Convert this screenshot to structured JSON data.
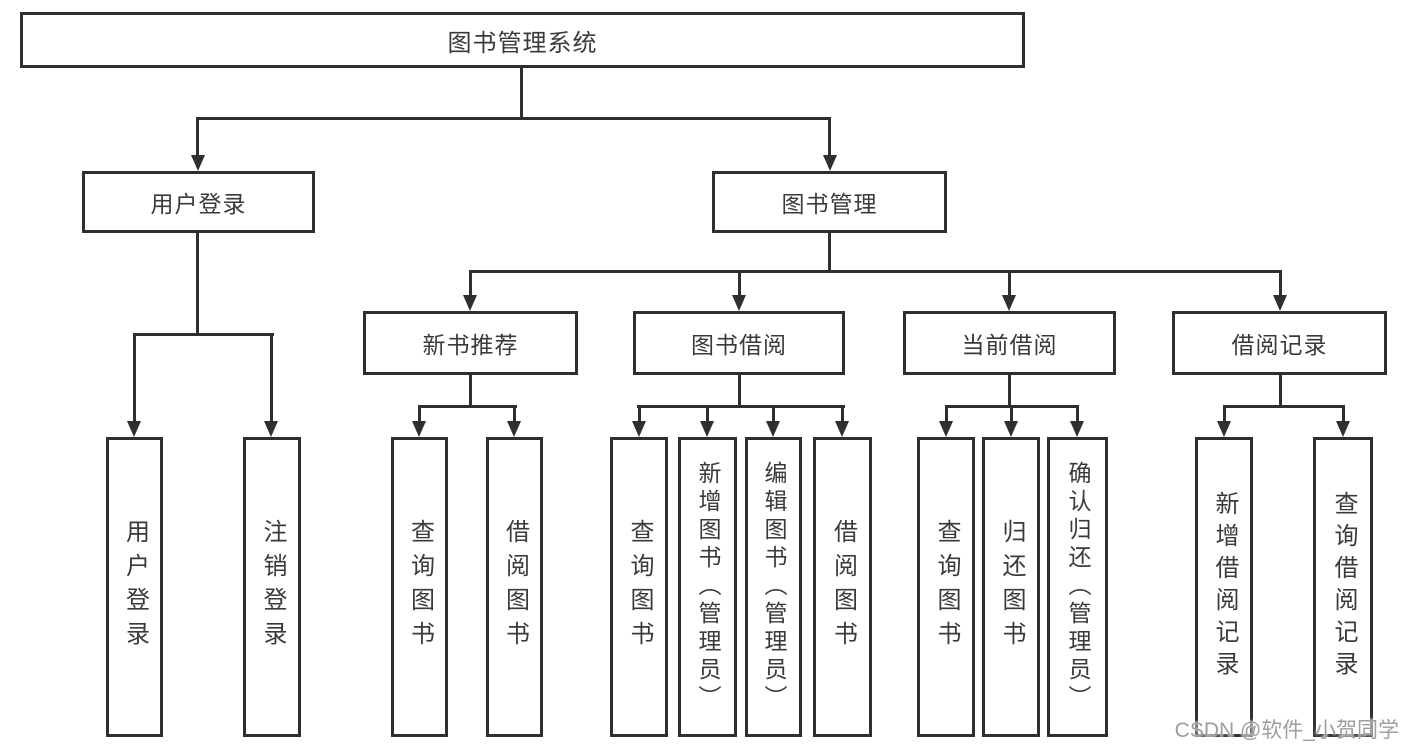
{
  "diagram": {
    "root": {
      "label": "图书管理系统"
    },
    "branches": [
      {
        "label": "用户登录",
        "children": [
          {
            "label": "用户登录"
          },
          {
            "label": "注销登录"
          }
        ]
      },
      {
        "label": "图书管理",
        "children": [
          {
            "label": "新书推荐",
            "children": [
              {
                "label": "查询图书"
              },
              {
                "label": "借阅图书"
              }
            ]
          },
          {
            "label": "图书借阅",
            "children": [
              {
                "label": "查询图书"
              },
              {
                "label": "新增图书（管理员）"
              },
              {
                "label": "编辑图书（管理员）"
              },
              {
                "label": "借阅图书"
              }
            ]
          },
          {
            "label": "当前借阅",
            "children": [
              {
                "label": "查询图书"
              },
              {
                "label": "归还图书"
              },
              {
                "label": "确认归还（管理员）"
              }
            ]
          },
          {
            "label": "借阅记录",
            "children": [
              {
                "label": "新增借阅记录"
              },
              {
                "label": "查询借阅记录"
              }
            ]
          }
        ]
      }
    ]
  },
  "watermark": "CSDN @软件_小贺同学",
  "colors": {
    "line": "#2f2f2f",
    "text": "#3a3a3a",
    "watermark": "#9e9e9e",
    "background": "#ffffff"
  }
}
